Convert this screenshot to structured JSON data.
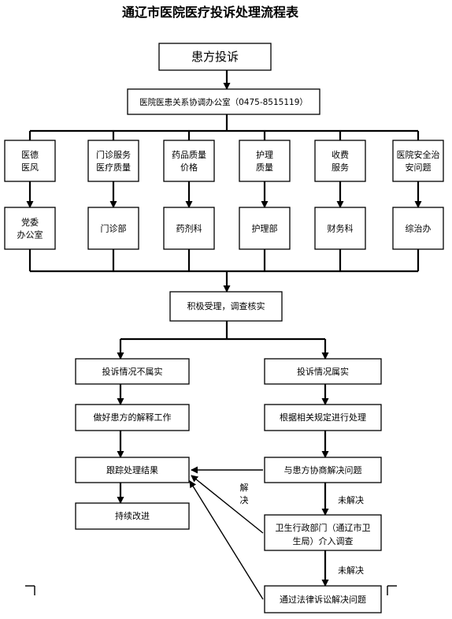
{
  "title": "通辽市医院医疗投诉处理流程表",
  "start": "患方投诉",
  "office": "医院医患关系协调办公室（0475-8515119）",
  "categories": [
    {
      "lines": [
        "医德",
        "医风"
      ],
      "department": [
        "党委",
        "办公室"
      ]
    },
    {
      "lines": [
        "门诊服务",
        "医疗质量"
      ],
      "department": [
        "门诊部"
      ]
    },
    {
      "lines": [
        "药品质量",
        "价格"
      ],
      "department": [
        "药剂科"
      ]
    },
    {
      "lines": [
        "护理",
        "质量"
      ],
      "department": [
        "护理部"
      ]
    },
    {
      "lines": [
        "收费",
        "服务"
      ],
      "department": [
        "财务科"
      ]
    },
    {
      "lines": [
        "医院安全治",
        "安问题"
      ],
      "department": [
        "综治办"
      ]
    }
  ],
  "accept": "积极受理，调查核实",
  "left_branch": {
    "not_true": "投诉情况不属实",
    "explain": "做好患方的解释工作",
    "track": "跟踪处理结果",
    "improve": "持续改进"
  },
  "right_branch": {
    "true": "投诉情况属实",
    "handle": "根据相关规定进行处理",
    "negotiate": "与患方协商解决问题",
    "health_dept": [
      "卫生行政部门（通辽市卫",
      "生局）介入调查"
    ],
    "lawsuit": "通过法律诉讼解决问题"
  },
  "labels": {
    "resolved": [
      "解",
      "决"
    ],
    "unresolved_1": "未解决",
    "unresolved_2": "未解决"
  }
}
